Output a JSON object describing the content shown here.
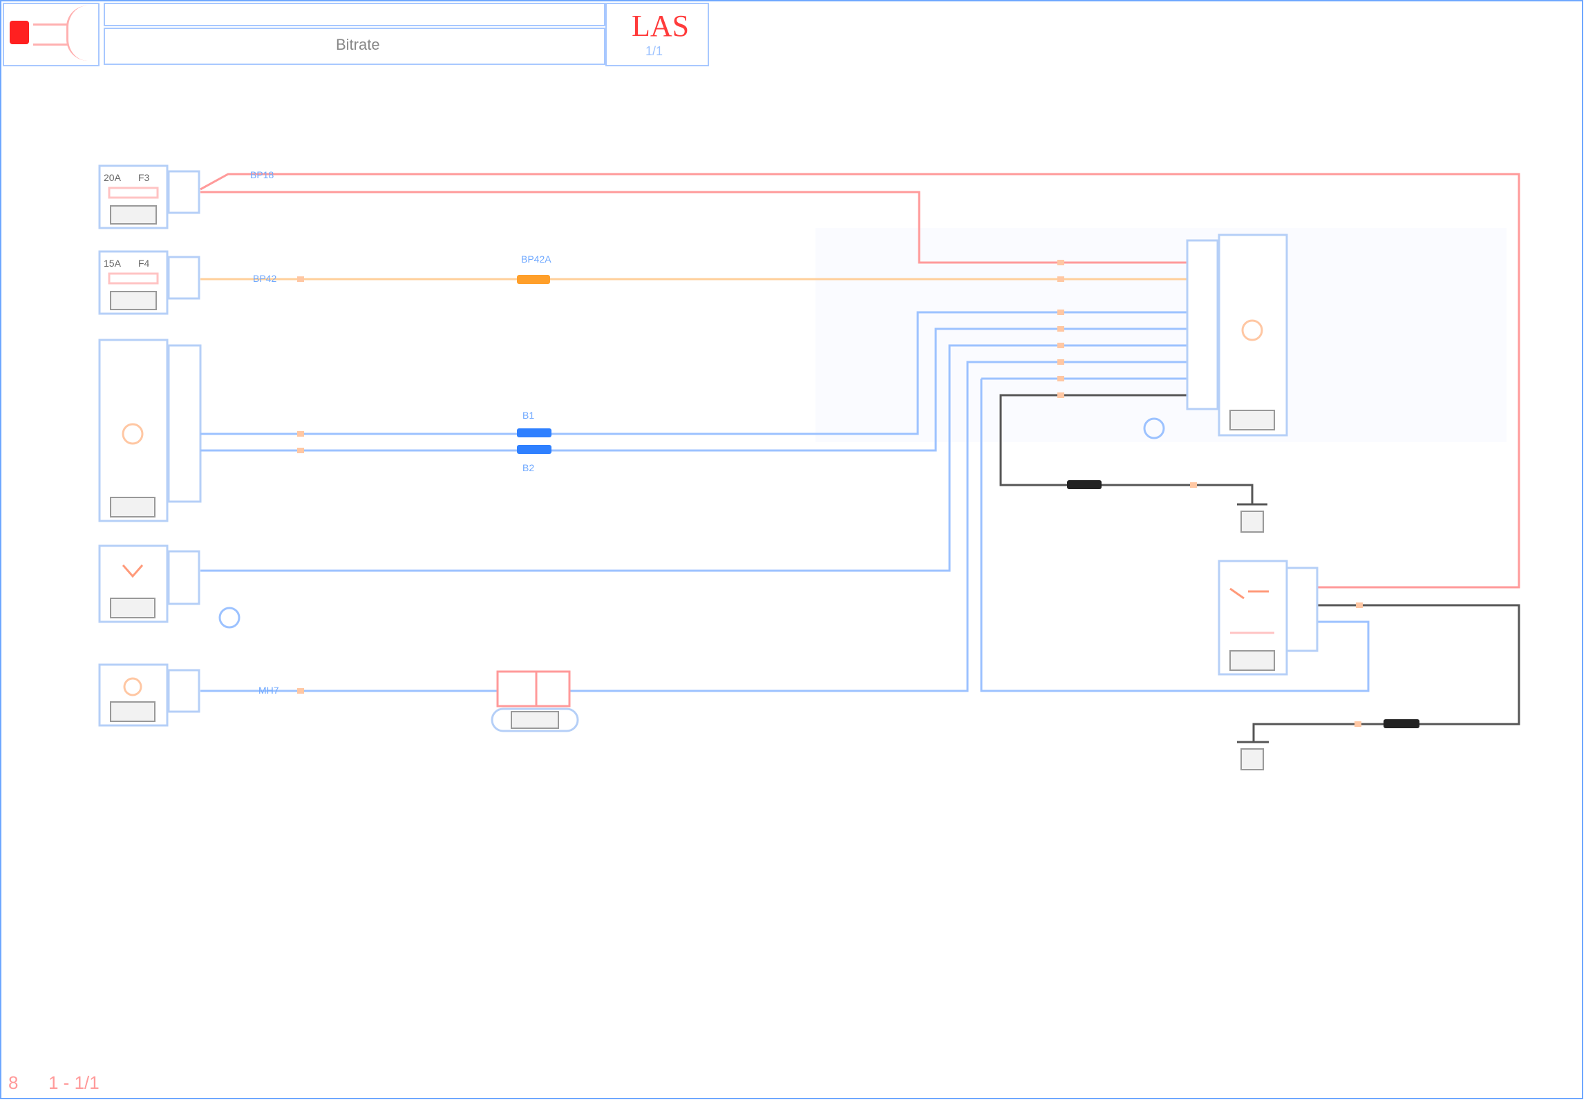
{
  "header": {
    "title": "Bitrate",
    "code": "LAS",
    "code_sub": "1/1"
  },
  "footer": {
    "page_left": "8",
    "page_right": "1 - 1/1"
  },
  "components": {
    "fuse1": {
      "rating": "20A",
      "id": "F3"
    },
    "fuse2": {
      "rating": "15A",
      "id": "F4"
    }
  },
  "wire_labels": {
    "w1": "BP18",
    "w2": "BP42",
    "w3": "BP42A",
    "w4": "B1",
    "w5": "B2",
    "w6": "MH7"
  },
  "colors": {
    "accent": "#ff3b3b",
    "wire_red": "#ff9a9a",
    "wire_blue": "#9cc2ff",
    "wire_orange": "#ffcf9a",
    "connector_blue": "#2f80ff",
    "connector_orange": "#ff9f2a",
    "ground_dark": "#333333"
  },
  "icons": [
    "logo-icon",
    "ground-icon",
    "fuse-icon",
    "relay-icon",
    "connector-icon"
  ]
}
